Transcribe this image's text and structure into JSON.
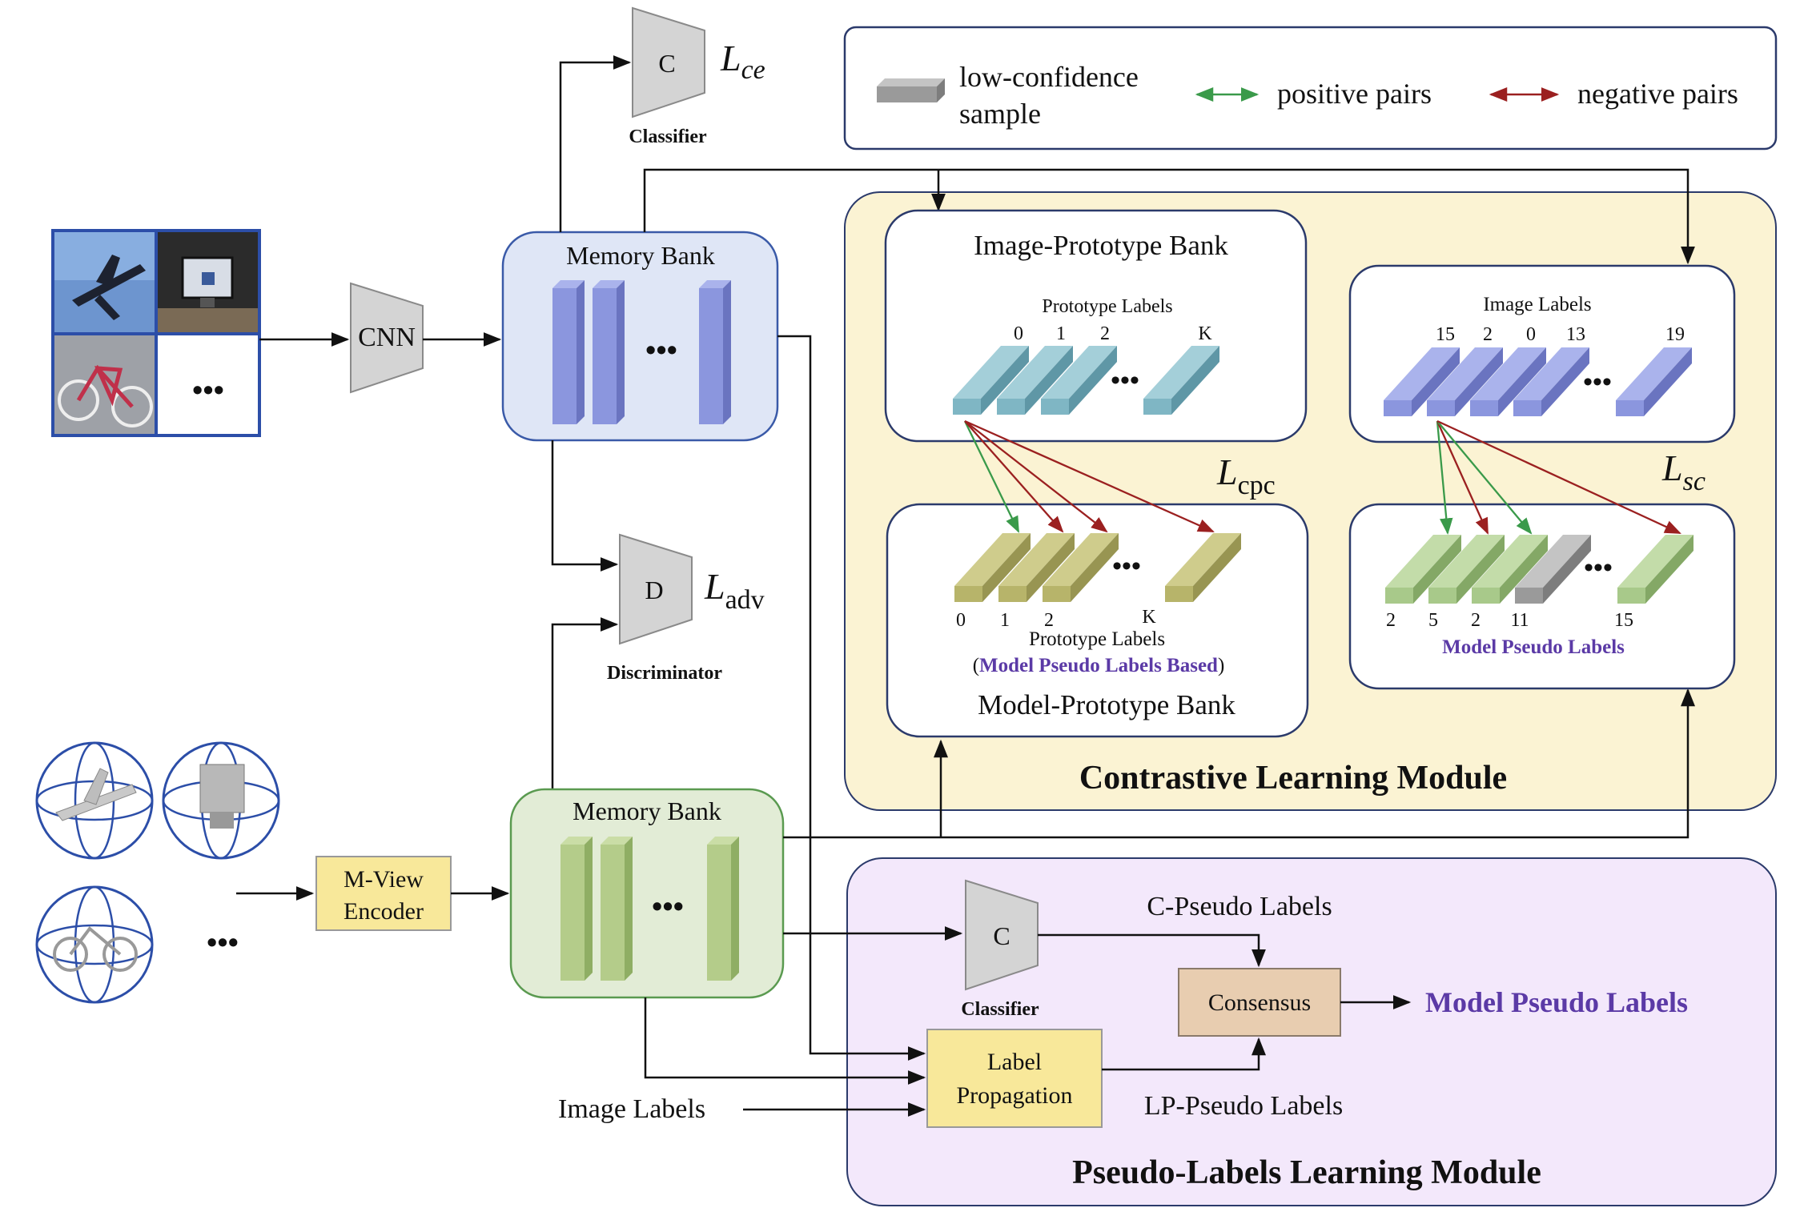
{
  "legend": {
    "low_conf": "low-confidence",
    "low_conf2": "sample",
    "positive": "positive pairs",
    "negative": "negative pairs"
  },
  "classifier_top": {
    "letter": "C",
    "caption": "Classifier",
    "loss_main": "L",
    "loss_sub": "ce"
  },
  "discriminator": {
    "letter": "D",
    "caption": "Discriminator",
    "loss_main": "L",
    "loss_sub": "adv"
  },
  "classifier_bottom": {
    "letter": "C",
    "caption": "Classifier"
  },
  "cnn": "CNN",
  "mview": {
    "line1": "M-View",
    "line2": "Encoder"
  },
  "memory_bank_top": {
    "title": "Memory  Bank",
    "dots": "•••"
  },
  "memory_bank_bottom": {
    "title": "Memory  Bank",
    "dots": "•••"
  },
  "image_grid_dots": "•••",
  "view_dots": "•••",
  "contrastive": {
    "title": "Contrastive  Learning  Module",
    "image_proto": {
      "title": "Image-Prototype Bank",
      "sublabel": "Prototype Labels",
      "indices": [
        "0",
        "1",
        "2",
        "K"
      ],
      "dots": "•••"
    },
    "model_proto": {
      "title": "Model-Prototype Bank",
      "sublabel": "Prototype Labels",
      "sublabel2": "Model Pseudo Labels Based",
      "paren_open": "(",
      "paren_close": ")",
      "indices": [
        "0",
        "1",
        "2",
        "K"
      ],
      "dots": "•••"
    },
    "image_labels": {
      "title": "Image  Labels",
      "indices": [
        "15",
        "2",
        "0",
        "13",
        "19"
      ],
      "dots": "•••"
    },
    "model_pseudo": {
      "title": "Model  Pseudo  Labels",
      "indices": [
        "2",
        "5",
        "2",
        "11",
        "15"
      ],
      "dots": "•••"
    },
    "loss_cpc_main": "L",
    "loss_cpc_sub": "cpc",
    "loss_sc_main": "L",
    "loss_sc_sub": "sc"
  },
  "pseudo_module": {
    "title": "Pseudo-Labels  Learning  Module",
    "c_pseudo": "C-Pseudo Labels",
    "lp_pseudo": "LP-Pseudo Labels",
    "consensus": "Consensus",
    "label_prop1": "Label",
    "label_prop2": "Propagation",
    "output": "Model Pseudo Labels"
  },
  "image_labels_input": "Image Labels",
  "colors": {
    "positive": "#3a9a4a",
    "negative": "#9b2020",
    "contrastive_bg": "#fbf3d3",
    "pseudo_bg": "#f3e8fb",
    "purple_text": "#5b3aa6"
  }
}
